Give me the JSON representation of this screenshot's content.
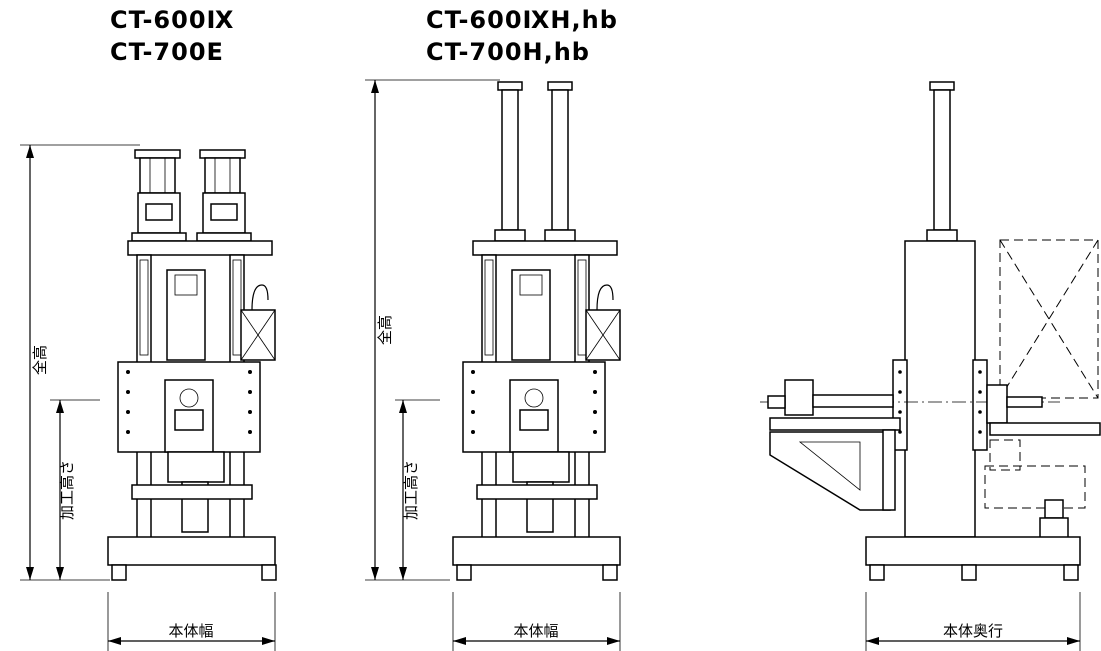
{
  "titles": {
    "left_line1": "CT-600Ⅸ",
    "left_line2": "CT-700E",
    "center_line1": "CT-600ⅨH,hb",
    "center_line2": "CT-700H,hb"
  },
  "dimensions": {
    "left_total_height": "全高",
    "left_work_height": "加工高さ",
    "left_body_width": "本体幅",
    "center_total_height": "全高",
    "center_work_height": "加工高さ",
    "center_body_width": "本体幅",
    "right_body_depth": "本体奥行"
  }
}
